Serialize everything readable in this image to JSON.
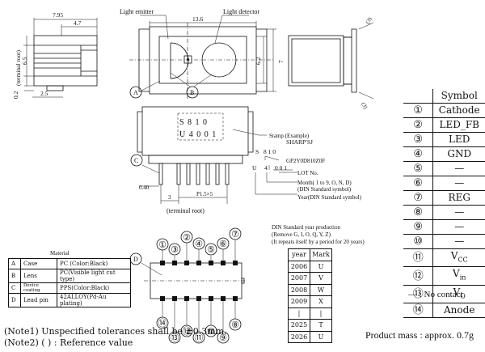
{
  "labels": {
    "light_emitter": "Light emitter",
    "light_detector": "Light detector",
    "terminal_root_side": "(terminal root)",
    "terminal_root_bottom": "(terminal root)",
    "stamp_example": "Stamp (Example)"
  },
  "dimensions": {
    "d795": "7.95",
    "d47": "4.7",
    "d136": "13.6",
    "d65": "6.5",
    "d62": "6.2",
    "d7": "7",
    "d02": "0.2",
    "d25": "2.5",
    "d3": "(3)",
    "d040": "0.40",
    "d3b": "3",
    "pitch": "P1.5×5"
  },
  "callouts": {
    "A": "A",
    "B": "B",
    "C": "C",
    "D": "D"
  },
  "stamp": {
    "line1": "S  8 1 0",
    "line2": "U 4 0 0 1"
  },
  "marking": {
    "line1": "SHARPʹSJ",
    "line2_prefix": "S",
    "line2_digits": "8 1 0",
    "line3_prefix": "U",
    "line3_a": "4",
    "line3_b": "0 0 1",
    "model": "GP2Y0D810Z0F",
    "lot": "LOT No.",
    "month": "Month( 1 to 9, O, N, D)",
    "month_std": "(DIN Standard symbol)",
    "year": "Year(DIN Standard symbol)"
  },
  "symbol_table": {
    "header": "Symbol",
    "rows": [
      {
        "n": "①",
        "v": "Cathode"
      },
      {
        "n": "②",
        "v": "LED_FB"
      },
      {
        "n": "③",
        "v": "LED"
      },
      {
        "n": "④",
        "v": "GND"
      },
      {
        "n": "⑤",
        "v": "—"
      },
      {
        "n": "⑥",
        "v": "—"
      },
      {
        "n": "⑦",
        "v": "REG"
      },
      {
        "n": "⑧",
        "v": "—"
      },
      {
        "n": "⑨",
        "v": "—"
      },
      {
        "n": "⑩",
        "v": "—"
      },
      {
        "n": "⑪",
        "v": "V",
        "sub": "CC"
      },
      {
        "n": "⑫",
        "v": "V",
        "sub": "in"
      },
      {
        "n": "⑬",
        "v": "V",
        "sub": "O"
      },
      {
        "n": "⑭",
        "v": "Anode"
      }
    ],
    "footnote": "— : No contact"
  },
  "material": {
    "title": "Material",
    "rows": [
      {
        "key": "A",
        "part": "Case",
        "material": "PC (Color:Black)"
      },
      {
        "key": "B",
        "part": "Lens",
        "material": "PC(Visible light cut type)"
      },
      {
        "key": "C",
        "part": "Device coating",
        "material": "PPS(Color:Black)"
      },
      {
        "key": "D",
        "part": "Lead pin",
        "material": "42ALLOY(Pd-Au plating)"
      }
    ]
  },
  "din": {
    "title": "DIN Standard year production",
    "note1": "(Remove G, I, O, Q, Y, Z)",
    "note2": "(It repeats itself by a period for 20 years)",
    "headers": [
      "year",
      "Mark"
    ],
    "rows": [
      [
        "2006",
        "U"
      ],
      [
        "2007",
        "V"
      ],
      [
        "2008",
        "W"
      ],
      [
        "2009",
        "X"
      ],
      [
        "|",
        "|"
      ],
      [
        "2025",
        "T"
      ],
      [
        "2026",
        "U"
      ]
    ]
  },
  "pins_top": [
    "①",
    "③",
    "②",
    "④",
    "⑤",
    "⑥",
    "⑦"
  ],
  "pins_bottom": [
    "⑭",
    "⑬",
    "⑫",
    "⑪",
    "⑩",
    "⑨",
    "⑧"
  ],
  "notes": {
    "note1": "(Note1) Unspecified tolerances shall be ±0.3mm.",
    "note2": "(Note2) ( ) : Reference value"
  },
  "mass": "Product mass : approx. 0.7g"
}
